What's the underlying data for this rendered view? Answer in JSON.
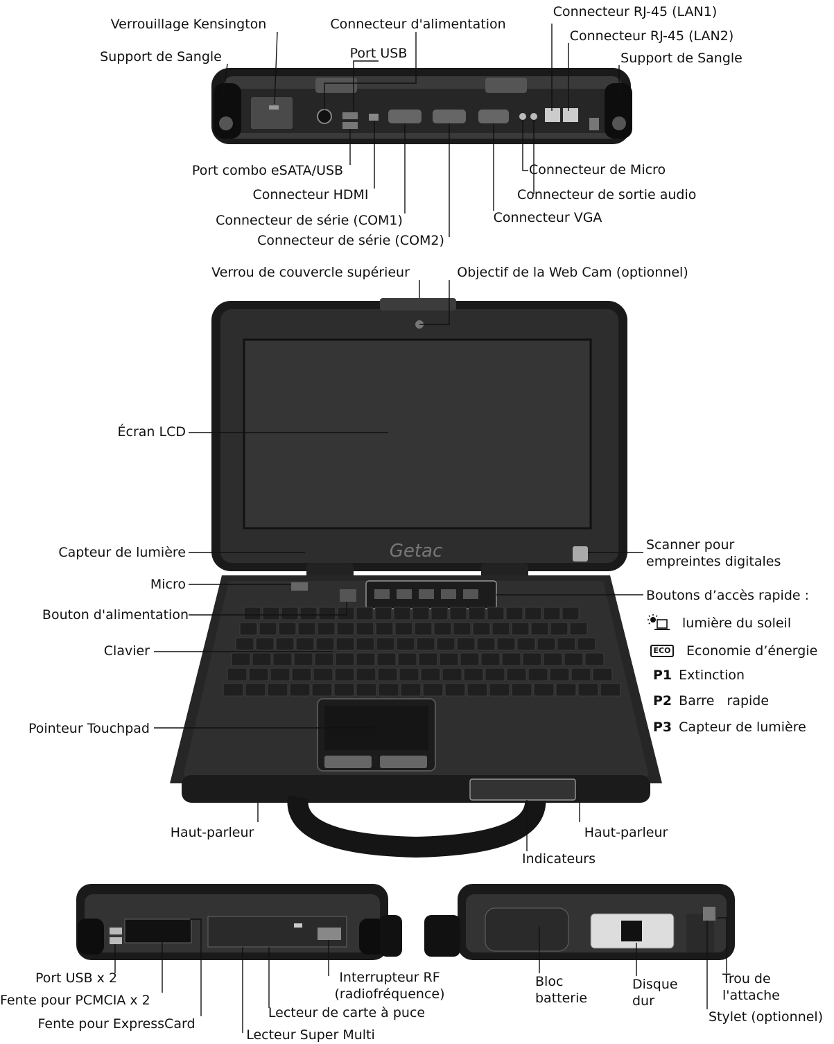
{
  "brand": "Getac",
  "colors": {
    "body": "#2a2a2a",
    "body_dark": "#141414",
    "screen": "#2e2e2e",
    "keys": "#1f1f1f",
    "rubber": "#0d0d0d",
    "metal": "#8a8a8a"
  },
  "rear": {
    "kensington": "Verrouillage Kensington",
    "strap_left": "Support de Sangle",
    "power_connector": "Connecteur d'alimentation",
    "usb_port": "Port USB",
    "rj45_lan1": "Connecteur RJ-45 (LAN1)",
    "rj45_lan2": "Connecteur RJ-45 (LAN2)",
    "strap_right": "Support de Sangle",
    "combo_port": "Port combo  eSATA/USB",
    "hdmi": "Connecteur HDMI",
    "com1": "Connecteur de série (COM1)",
    "com2": "Connecteur de série (COM2)",
    "vga": "Connecteur VGA",
    "mic_jack": "Connecteur de Micro",
    "audio_out": "Connecteur de sortie audio"
  },
  "front": {
    "top_latch": "Verrou de couvercle supérieur",
    "webcam": "Objectif de la Web Cam (optionnel)",
    "lcd": "Écran LCD",
    "light_sensor": "Capteur de lumière",
    "fingerprint": "Scanner pour\nempreintes digitales",
    "mic": "Micro",
    "power_button": "Bouton d'alimentation",
    "quick_buttons": "Boutons d’accès rapide  :",
    "keyboard": "Clavier",
    "touchpad": "Pointeur Touchpad",
    "speaker_left": "Haut-parleur",
    "speaker_right": "Haut-parleur",
    "indicators": "Indicateurs"
  },
  "quick_legend": [
    {
      "icon": "sun-icon",
      "key": "",
      "text": "lumière du soleil"
    },
    {
      "icon": "eco-icon",
      "key": "ECO",
      "text": "Economie d’énergie"
    },
    {
      "icon": "",
      "key": "P1",
      "text": "Extinction"
    },
    {
      "icon": "",
      "key": "P2",
      "text": "Barre   rapide"
    },
    {
      "icon": "",
      "key": "P3",
      "text": "Capteur de lumière"
    }
  ],
  "left_side": {
    "usb_x2": "Port USB x 2",
    "pcmcia": "Fente pour PCMCIA x 2",
    "expresscard": "Fente pour ExpressCard",
    "rf_switch": "Interrupteur RF\n(radiofréquence)",
    "smart_card": "Lecteur de carte à puce",
    "super_multi": "Lecteur Super Multi"
  },
  "right_side": {
    "battery": "Bloc\nbatterie",
    "hdd": "Disque\ndur",
    "tether_hole": "Trou de\nl'attache",
    "stylus": "Stylet (optionnel)"
  }
}
